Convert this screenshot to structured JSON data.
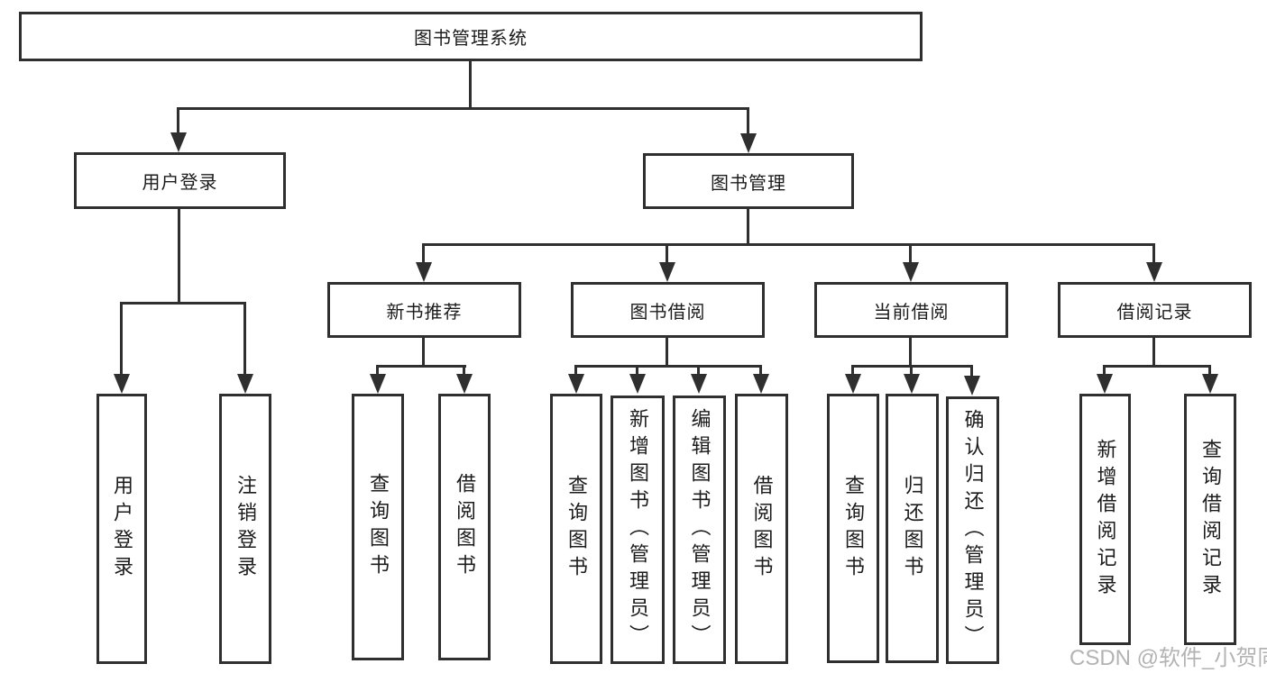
{
  "diagram_type": "hierarchy-tree",
  "colors": {
    "line": "#2f2f2f",
    "box_border": "#2f2f2f",
    "text": "#1c1c1c",
    "background": "#ffffff",
    "watermark": "#b3b3b3"
  },
  "watermark": {
    "text": "CSDN @软件_小贺同学"
  },
  "tree": {
    "root": {
      "label": "图书管理系统",
      "children": [
        {
          "label": "用户登录",
          "children": [
            {
              "label": "用户登录"
            },
            {
              "label": "注销登录"
            }
          ]
        },
        {
          "label": "图书管理",
          "children": [
            {
              "label": "新书推荐",
              "children": [
                {
                  "label": "查询图书"
                },
                {
                  "label": "借阅图书"
                }
              ]
            },
            {
              "label": "图书借阅",
              "children": [
                {
                  "label": "查询图书"
                },
                {
                  "label": "新增图书（管理员）"
                },
                {
                  "label": "编辑图书（管理员）"
                },
                {
                  "label": "借阅图书"
                }
              ]
            },
            {
              "label": "当前借阅",
              "children": [
                {
                  "label": "查询图书"
                },
                {
                  "label": "归还图书"
                },
                {
                  "label": "确认归还（管理员）"
                }
              ]
            },
            {
              "label": "借阅记录",
              "children": [
                {
                  "label": "新增借阅记录"
                },
                {
                  "label": "查询借阅记录"
                }
              ]
            }
          ]
        }
      ]
    }
  }
}
